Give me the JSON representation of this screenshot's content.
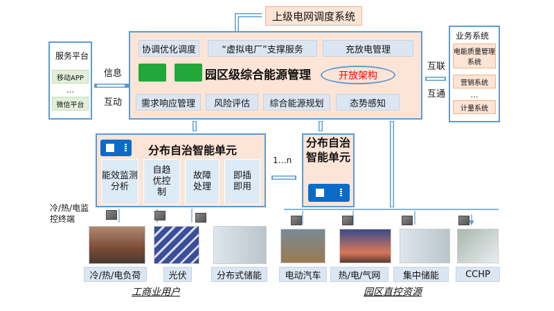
{
  "top_system": "上级电网调度系统",
  "main": {
    "title": "园区级综合能源管理",
    "open_arch": "开放架构",
    "top_row": [
      "协调优化调度",
      "“虚拟电厂”支撑服务",
      "充放电管理"
    ],
    "bottom_row": [
      "需求响应管理",
      "风险评估",
      "综合能源规划",
      "态势感知"
    ]
  },
  "service": {
    "title": "服务平台",
    "items": [
      "移动APP",
      "…",
      "微信平台"
    ],
    "label_top": "信息",
    "label_bottom": "互动"
  },
  "business": {
    "title": "业务系统",
    "items": [
      "电能质量管理系统",
      "营销系统",
      "…",
      "计量系统"
    ],
    "label_top": "互联",
    "label_bottom": "互通"
  },
  "unit1": {
    "title": "分布自治智能单元",
    "subs": [
      "能效监测分析",
      "自趋优控制",
      "故障处理",
      "即插即用"
    ]
  },
  "unit2": {
    "title": "分布自治智能单元"
  },
  "multiplicity": "1…n",
  "terminal_label": "冷/热/电监控终端",
  "resources": [
    "冷/热/电负荷",
    "光伏",
    "分布式储能",
    "电动汽车",
    "热/电/气网",
    "集中储能",
    "CCHP"
  ],
  "groups": [
    "工商业用户",
    "园区直控资源"
  ],
  "colors": {
    "border": "#5b9bd5",
    "peach": "#fce4d6",
    "box": "#dce6f2",
    "accent_red": "#ff0000",
    "icon_green": "#22a839"
  }
}
